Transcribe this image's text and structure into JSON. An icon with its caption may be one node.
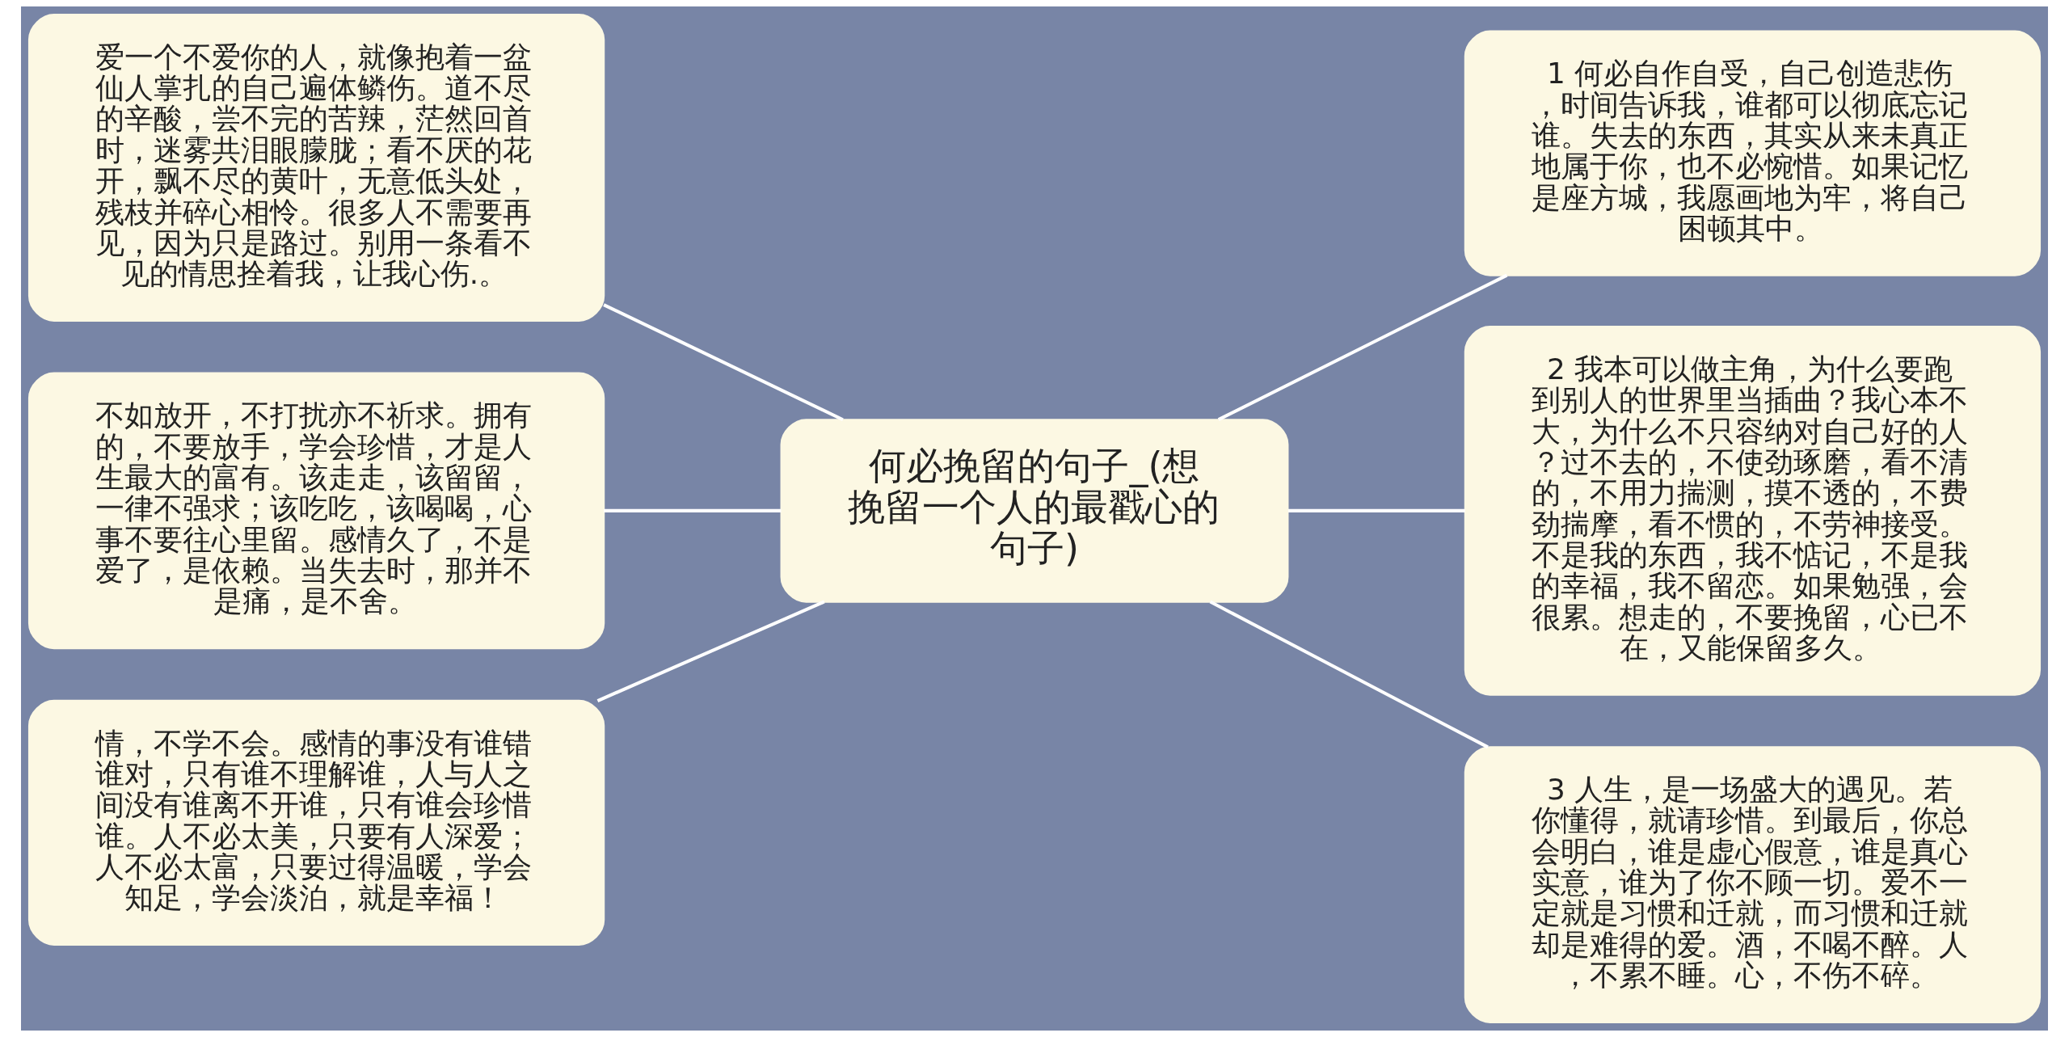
{
  "diagram": {
    "nodes": [
      {
        "text": [
          "何必挽留的句子_(想挽留一个人的最戳心的句子)"
        ]
      },
      {
        "text": [
          "爱一个不爱你的人，就像抱着一盆仙人掌扎的自己遍体鳞伤。道不尽的辛酸，尝不完的苦辣，茫然回首时，迷雾共泪眼朦胧；看不厌的花开，飘不尽的黄叶，无意低头处，残枝并碎心相怜。很多人不需要再见，因为只是路过。别用一条看不见的情思拴着我，让我心伤.。"
        ]
      },
      {
        "text": [
          "不如放开，不打扰亦不祈求。拥有的，不要放手，学会珍惜，才是人生最大的富有。该走走，该留留，一律不强求；该吃吃，该喝喝，心事不要往心里留。感情久了，不是爱了，是依赖。当失去时，那并不是痛，是不舍。"
        ]
      },
      {
        "text": [
          "情，不学不会。感情的事没有谁错谁对，只有谁不理解谁，人与人之间没有谁离不开谁，只有谁会珍惜谁。人不必太美，只要有人深爱；人不必太富，只要过得温暖，学会知足，学会淡泊，就是幸福！"
        ]
      },
      {
        "text": [
          "1 何必自作自受，自己创造悲伤，时间告诉我，谁都可以彻底忘记谁。失去的东西，其实从来未真正地属于你，也不必惋惜。如果记忆是座方城，我愿画地为牢，将自己困顿其中。"
        ]
      },
      {
        "text": [
          "2 我本可以做主角，为什么要跑到别人的世界里当插曲？我心本不大，为什么不只容纳对自己好的人？过不去的，不使劲琢磨，看不清的，不用力揣测，摸不透的，不费劲揣摩，看不惯的，不劳神接受。不是我的东西，我不惦记，不是我的幸福，我不留恋。如果勉强，会很累。想走的，不要挽留，心已不在，又能保留多久。"
        ]
      },
      {
        "text": [
          "3 人生，是一场盛大的遇见。若你懂得，就请珍惜。到最后，你总会明白，谁是虚心假意，谁是真心实意，谁为了你不顾一切。爱不一定就是习惯和迁就，而习惯和迁就却是难得的爱。酒，不喝不醉。人，不累不睡。心，不伤不碎。"
        ]
      }
    ],
    "edges": [
      {
        "from": 0,
        "to": 1,
        "arrow": "none"
      },
      {
        "from": 0,
        "to": 2,
        "arrow": "none"
      },
      {
        "from": 0,
        "to": 3,
        "arrow": "none"
      },
      {
        "from": 0,
        "to": 4,
        "arrow": "none"
      },
      {
        "from": 0,
        "to": 5,
        "arrow": "none"
      },
      {
        "from": 0,
        "to": 6,
        "arrow": "none"
      }
    ]
  }
}
